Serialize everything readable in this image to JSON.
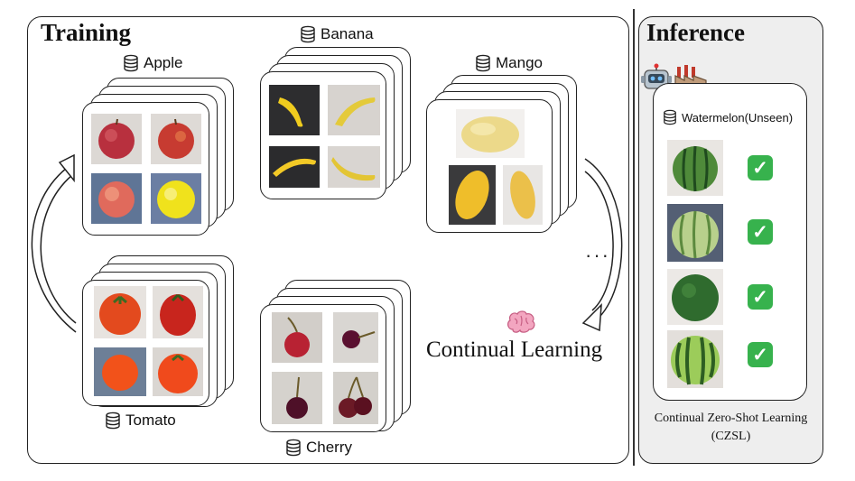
{
  "training": {
    "title": "Training",
    "datasets": [
      {
        "name": "Apple"
      },
      {
        "name": "Banana"
      },
      {
        "name": "Mango"
      },
      {
        "name": "Tomato"
      },
      {
        "name": "Cherry"
      }
    ],
    "continual_learning_label": "Continual Learning",
    "ellipsis": "···"
  },
  "inference": {
    "title": "Inference",
    "dataset": "Watermelon(Unseen)",
    "results": [
      "check",
      "check",
      "check",
      "check"
    ],
    "czsl_line1": "Continual Zero-Shot Learning",
    "czsl_line2": "(CZSL)"
  },
  "icons": {
    "database": "database-icon",
    "brain": "brain-icon",
    "robot": "robot-icon",
    "factory": "factory-icon",
    "check": "check-mark-icon"
  },
  "colors": {
    "check": "#37b24d",
    "inference_bg": "#eeeeee"
  }
}
